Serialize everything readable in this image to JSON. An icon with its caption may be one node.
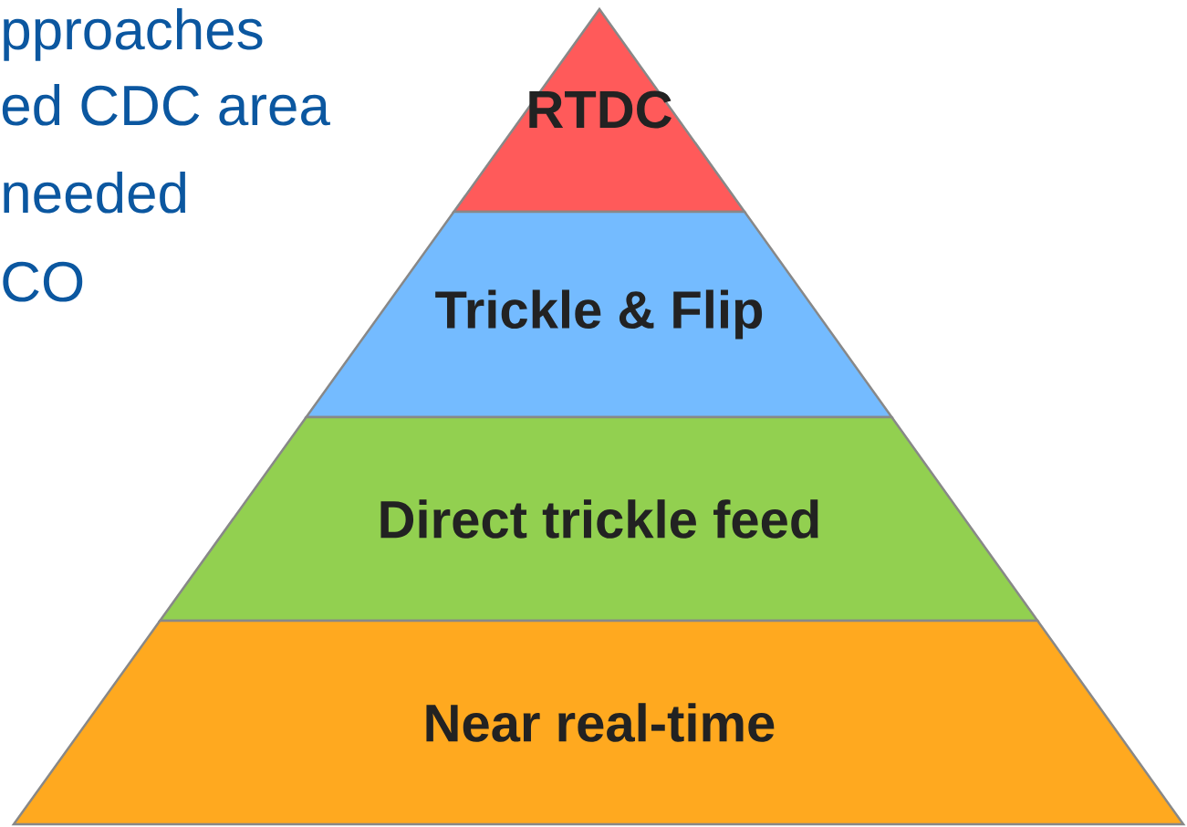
{
  "diagram": {
    "nodes": [
      {
        "text": [
          "RTDC"
        ]
      },
      {
        "text": [
          "Trickle & Flip"
        ]
      },
      {
        "text": [
          "Direct trickle feed"
        ]
      },
      {
        "text": [
          "Near real-time"
        ]
      }
    ],
    "labels": [
      "pproaches",
      "ed CDC area",
      "needed",
      "CO"
    ]
  }
}
